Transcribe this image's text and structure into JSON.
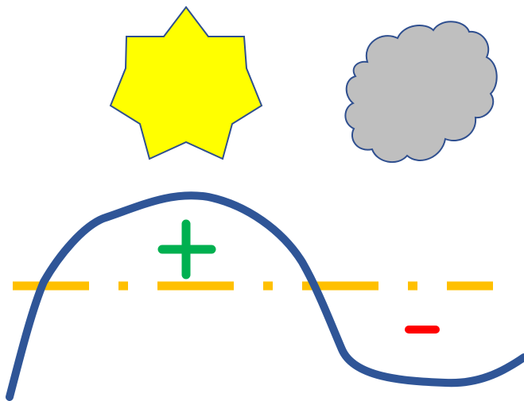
{
  "colors": {
    "background": "#ffffff",
    "sun_fill": "#ffff00",
    "sun_stroke": "#2f4f8f",
    "cloud_fill": "#bfbfbf",
    "cloud_stroke": "#2f4f8f",
    "curve": "#2f5597",
    "baseline": "#ffc000",
    "plus": "#00b050",
    "minus": "#ff0000"
  },
  "shapes": {
    "sun": "seven-point-star",
    "cloud": "cloud",
    "curve": "wave-curve",
    "baseline": "dash-dot-line",
    "plus": "plus-sign",
    "minus": "minus-sign"
  }
}
